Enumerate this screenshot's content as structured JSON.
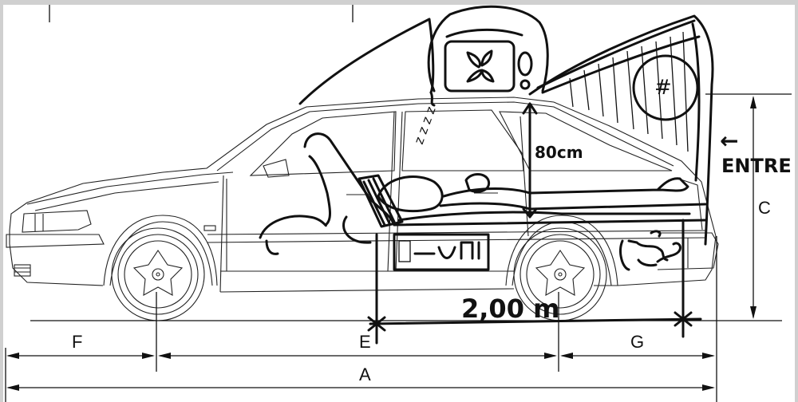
{
  "dimension_labels": {
    "front_overhang": "F",
    "wheelbase": "E",
    "rear_overhang": "G",
    "overall_length": "A",
    "height": "C"
  },
  "annotations": {
    "headroom": "80cm",
    "bed_length": "2,00 m",
    "entrance": "ENTRE",
    "arrow": "←",
    "hash": "#",
    "sleep": "z z z z"
  }
}
